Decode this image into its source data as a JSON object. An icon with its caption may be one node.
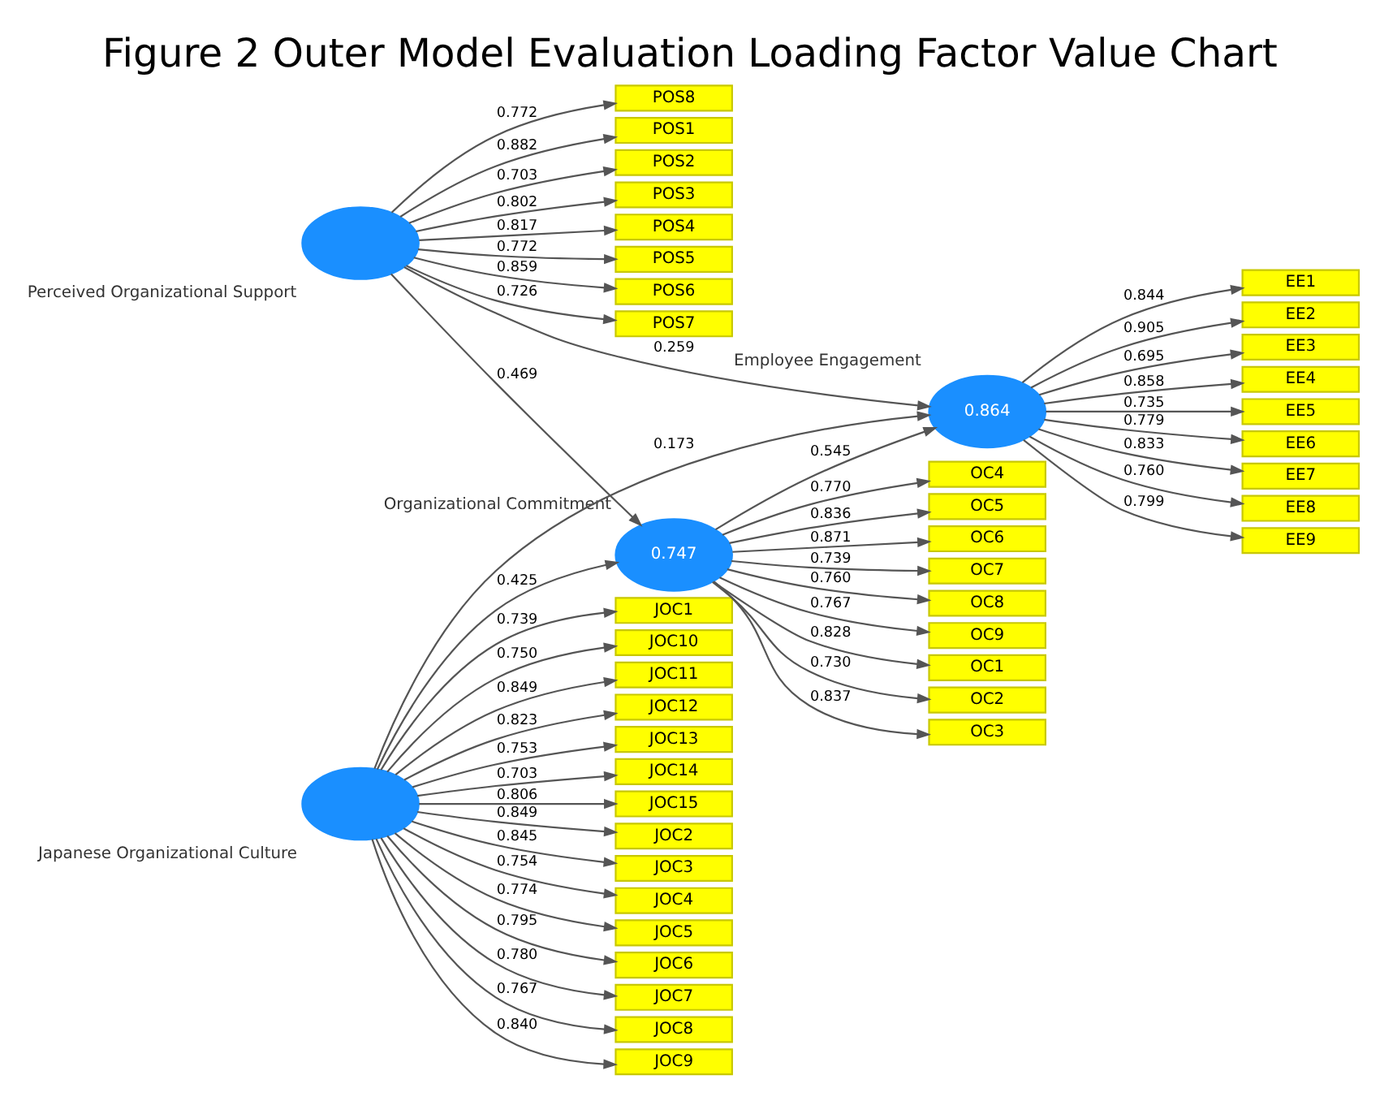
{
  "diagram": {
    "title": "Figure 2 Outer Model Evaluation Loading Factor Value Chart",
    "nodes": [
      {
        "text": [],
        "shape": "ellipse",
        "beside": [
          "Japanese Organizational Culture"
        ]
      },
      {
        "text": [
          "0.747"
        ],
        "beside": [
          "Organizational Commitment"
        ]
      },
      {
        "text": [],
        "shape": "ellipse",
        "beside": [
          "Perceived Organizational Support"
        ]
      },
      {
        "text": [
          "0.864"
        ],
        "beside": [
          "Employee Engagement"
        ]
      },
      {
        "text": [
          "JOC1"
        ]
      },
      {
        "text": [
          "JOC10"
        ]
      },
      {
        "text": [
          "JOC11"
        ]
      },
      {
        "text": [
          "JOC12"
        ]
      },
      {
        "text": [
          "JOC13"
        ]
      },
      {
        "text": [
          "JOC14"
        ]
      },
      {
        "text": [
          "JOC15"
        ]
      },
      {
        "text": [
          "JOC2"
        ]
      },
      {
        "text": [
          "JOC3"
        ]
      },
      {
        "text": [
          "JOC4"
        ]
      },
      {
        "text": [
          "JOC5"
        ]
      },
      {
        "text": [
          "JOC6"
        ]
      },
      {
        "text": [
          "JOC7"
        ]
      },
      {
        "text": [
          "JOC8"
        ]
      },
      {
        "text": [
          "JOC9"
        ]
      },
      {
        "text": [
          "OC1"
        ]
      },
      {
        "text": [
          "OC2"
        ]
      },
      {
        "text": [
          "OC3"
        ]
      },
      {
        "text": [
          "OC4"
        ]
      },
      {
        "text": [
          "OC5"
        ]
      },
      {
        "text": [
          "OC6"
        ]
      },
      {
        "text": [
          "OC7"
        ]
      },
      {
        "text": [
          "OC8"
        ]
      },
      {
        "text": [
          "OC9"
        ]
      },
      {
        "text": [
          "POS1"
        ]
      },
      {
        "text": [
          "POS2"
        ]
      },
      {
        "text": [
          "POS3"
        ]
      },
      {
        "text": [
          "POS4"
        ]
      },
      {
        "text": [
          "POS5"
        ]
      },
      {
        "text": [
          "POS6"
        ]
      },
      {
        "text": [
          "POS7"
        ]
      },
      {
        "text": [
          "POS8"
        ]
      },
      {
        "text": [
          "EE1"
        ]
      },
      {
        "text": [
          "EE2"
        ]
      },
      {
        "text": [
          "EE3"
        ]
      },
      {
        "text": [
          "EE4"
        ]
      },
      {
        "text": [
          "EE5"
        ]
      },
      {
        "text": [
          "EE6"
        ]
      },
      {
        "text": [
          "EE7"
        ]
      },
      {
        "text": [
          "EE8"
        ]
      },
      {
        "text": [
          "EE9"
        ]
      }
    ],
    "edges": [
      {
        "from": 0,
        "to": 4,
        "arrow": "to",
        "label": "0.739"
      },
      {
        "from": 0,
        "to": 5,
        "arrow": "to",
        "label": "0.750"
      },
      {
        "from": 0,
        "to": 6,
        "arrow": "to",
        "label": "0.849"
      },
      {
        "from": 0,
        "to": 7,
        "arrow": "to",
        "label": "0.823"
      },
      {
        "from": 0,
        "to": 8,
        "arrow": "to",
        "label": "0.753"
      },
      {
        "from": 0,
        "to": 9,
        "arrow": "to",
        "label": "0.703"
      },
      {
        "from": 0,
        "to": 10,
        "arrow": "to",
        "label": "0.806"
      },
      {
        "from": 0,
        "to": 11,
        "arrow": "to",
        "label": "0.849"
      },
      {
        "from": 0,
        "to": 12,
        "arrow": "to",
        "label": "0.845"
      },
      {
        "from": 0,
        "to": 13,
        "arrow": "to",
        "label": "0.754"
      },
      {
        "from": 0,
        "to": 14,
        "arrow": "to",
        "label": "0.774"
      },
      {
        "from": 0,
        "to": 15,
        "arrow": "to",
        "label": "0.795"
      },
      {
        "from": 0,
        "to": 16,
        "arrow": "to",
        "label": "0.780"
      },
      {
        "from": 0,
        "to": 17,
        "arrow": "to",
        "label": "0.767"
      },
      {
        "from": 0,
        "to": 18,
        "arrow": "to",
        "label": "0.840"
      },
      {
        "from": 1,
        "to": 19,
        "arrow": "to",
        "label": "0.828"
      },
      {
        "from": 1,
        "to": 20,
        "arrow": "to",
        "label": "0.730"
      },
      {
        "from": 1,
        "to": 21,
        "arrow": "to",
        "label": "0.837"
      },
      {
        "from": 1,
        "to": 22,
        "arrow": "to",
        "label": "0.770"
      },
      {
        "from": 1,
        "to": 23,
        "arrow": "to",
        "label": "0.836"
      },
      {
        "from": 1,
        "to": 24,
        "arrow": "to",
        "label": "0.871"
      },
      {
        "from": 1,
        "to": 25,
        "arrow": "to",
        "label": "0.739"
      },
      {
        "from": 1,
        "to": 26,
        "arrow": "to",
        "label": "0.760"
      },
      {
        "from": 1,
        "to": 27,
        "arrow": "to",
        "label": "0.767"
      },
      {
        "from": 2,
        "to": 28,
        "arrow": "to",
        "label": "0.882"
      },
      {
        "from": 2,
        "to": 29,
        "arrow": "to",
        "label": "0.703"
      },
      {
        "from": 2,
        "to": 30,
        "arrow": "to",
        "label": "0.802"
      },
      {
        "from": 2,
        "to": 31,
        "arrow": "to",
        "label": "0.817"
      },
      {
        "from": 2,
        "to": 32,
        "arrow": "to",
        "label": "0.772"
      },
      {
        "from": 2,
        "to": 33,
        "arrow": "to",
        "label": "0.859"
      },
      {
        "from": 2,
        "to": 34,
        "arrow": "to",
        "label": "0.726"
      },
      {
        "from": 2,
        "to": 35,
        "arrow": "to",
        "label": "0.772"
      },
      {
        "from": 3,
        "to": 36,
        "arrow": "to",
        "label": "0.844"
      },
      {
        "from": 3,
        "to": 37,
        "arrow": "to",
        "label": "0.905"
      },
      {
        "from": 3,
        "to": 38,
        "arrow": "to",
        "label": "0.695"
      },
      {
        "from": 3,
        "to": 39,
        "arrow": "to",
        "label": "0.858"
      },
      {
        "from": 3,
        "to": 40,
        "arrow": "to",
        "label": "0.735"
      },
      {
        "from": 3,
        "to": 41,
        "arrow": "to",
        "label": "0.779"
      },
      {
        "from": 3,
        "to": 42,
        "arrow": "to",
        "label": "0.833"
      },
      {
        "from": 3,
        "to": 43,
        "arrow": "to",
        "label": "0.760"
      },
      {
        "from": 3,
        "to": 44,
        "arrow": "to",
        "label": "0.799"
      },
      {
        "from": 0,
        "to": 1,
        "arrow": "to",
        "label": "0.425"
      },
      {
        "from": 0,
        "to": 3,
        "arrow": "to",
        "label": "0.173"
      },
      {
        "from": 2,
        "to": 1,
        "arrow": "to",
        "label": "0.469"
      },
      {
        "from": 2,
        "to": 3,
        "arrow": "to",
        "label": "0.259"
      },
      {
        "from": 1,
        "to": 3,
        "arrow": "to",
        "label": "0.545"
      }
    ]
  }
}
